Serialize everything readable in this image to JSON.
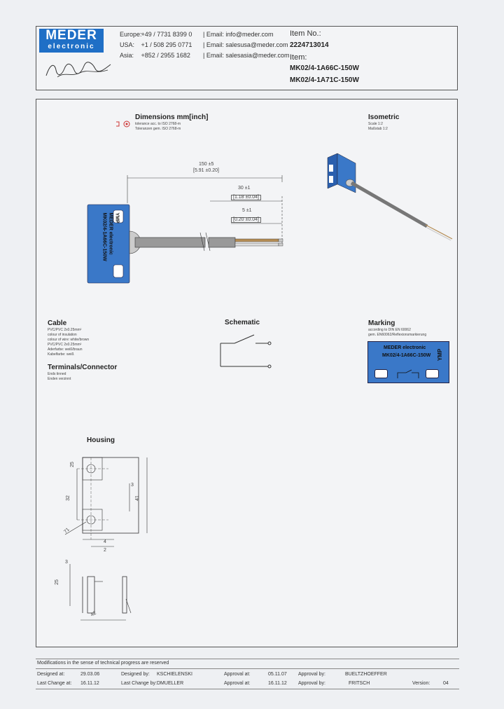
{
  "header": {
    "brand_line1": "MEDER",
    "brand_line2": "electronic",
    "signature": "products for tomorrow",
    "contacts": [
      {
        "region": "Europe:",
        "phone": "+49 / 7731 8399 0",
        "email": "| Email: info@meder.com"
      },
      {
        "region": "USA:",
        "phone": "+1 / 508 295 0771",
        "email": "| Email: salesusa@meder.com"
      },
      {
        "region": "Asia:",
        "phone": "+852 / 2955 1682",
        "email": "| Email: salesasia@meder.com"
      }
    ],
    "item_no_label": "Item No.:",
    "item_no": "2224713014",
    "item_label": "Item:",
    "item_name_1": "MK02/4-1A66C-150W",
    "item_name_2": "MK02/4-1A71C-150W"
  },
  "dimensions": {
    "title": "Dimensions mm[inch]",
    "note1": "tolerance acc. to ISO 2768-m",
    "note2": "Toleranzen gem. ISO 2768-m",
    "dim1": "150 ±5",
    "dim1_inch": "[5.91 ±0.20]",
    "dim2": "30 ±1",
    "dim2_inch": "[1.18 ±0.04]",
    "dim3": "5 ±1",
    "dim3_inch": "[0.20 ±0.04]",
    "sensor_brand": "MEDER electronic",
    "sensor_model": "MK02/4-1A66C-150W",
    "sensor_code": "YMP"
  },
  "isometric": {
    "title": "Isometric",
    "scale": "Scale 1:2",
    "scale_de": "Maßstab 1:2"
  },
  "cable": {
    "title": "Cable",
    "lines": [
      "PVC/PVC 2x0.25mm²",
      "colour of insulation",
      "colour of wire: white/brown",
      "PVC/PVC 2x0.25mm²",
      "Aderfarbe: weiß/braun",
      "Kabelfarbe: weiß"
    ]
  },
  "terminals": {
    "title": "Terminals/Connector",
    "line1": "Ends tinned",
    "line2": "Enden verzinnt"
  },
  "schematic": {
    "title": "Schematic"
  },
  "marking": {
    "title": "Marking",
    "line1": "according to DIN EN 60062",
    "line2": "gem. EN60062/Reflexionsmarkierung",
    "brand": "MEDER electronic",
    "model": "MK02/4-1A66C-150W",
    "code": "YMP"
  },
  "housing": {
    "title": "Housing",
    "dims": [
      "25",
      "3",
      "32",
      "41",
      "71",
      "4",
      "2",
      "3",
      "25",
      "42"
    ]
  },
  "footer": {
    "note": "Modifications in the sense of technical progress are reserved",
    "row1": {
      "designed_at_label": "Designed at:",
      "designed_at": "29.03.06",
      "designed_by_label": "Designed by:",
      "designed_by": "KSCHIELENSKI",
      "approval_label": "Approval at:",
      "approval": "05.11.07",
      "approved_by_label": "Approval by:",
      "approved_by": "BUELTZHOEFFER"
    },
    "row2": {
      "last_change_label": "Last Change at:",
      "last_change": "16.11.12",
      "last_change_by_label": "Last Change by:",
      "last_change_by": "DMUELLER",
      "approval_label": "Approval at:",
      "approval": "16.11.12",
      "approved_by_label": "Approval by:",
      "approved_by": "FRITSCH",
      "version_label": "Version:",
      "version": "04"
    }
  }
}
